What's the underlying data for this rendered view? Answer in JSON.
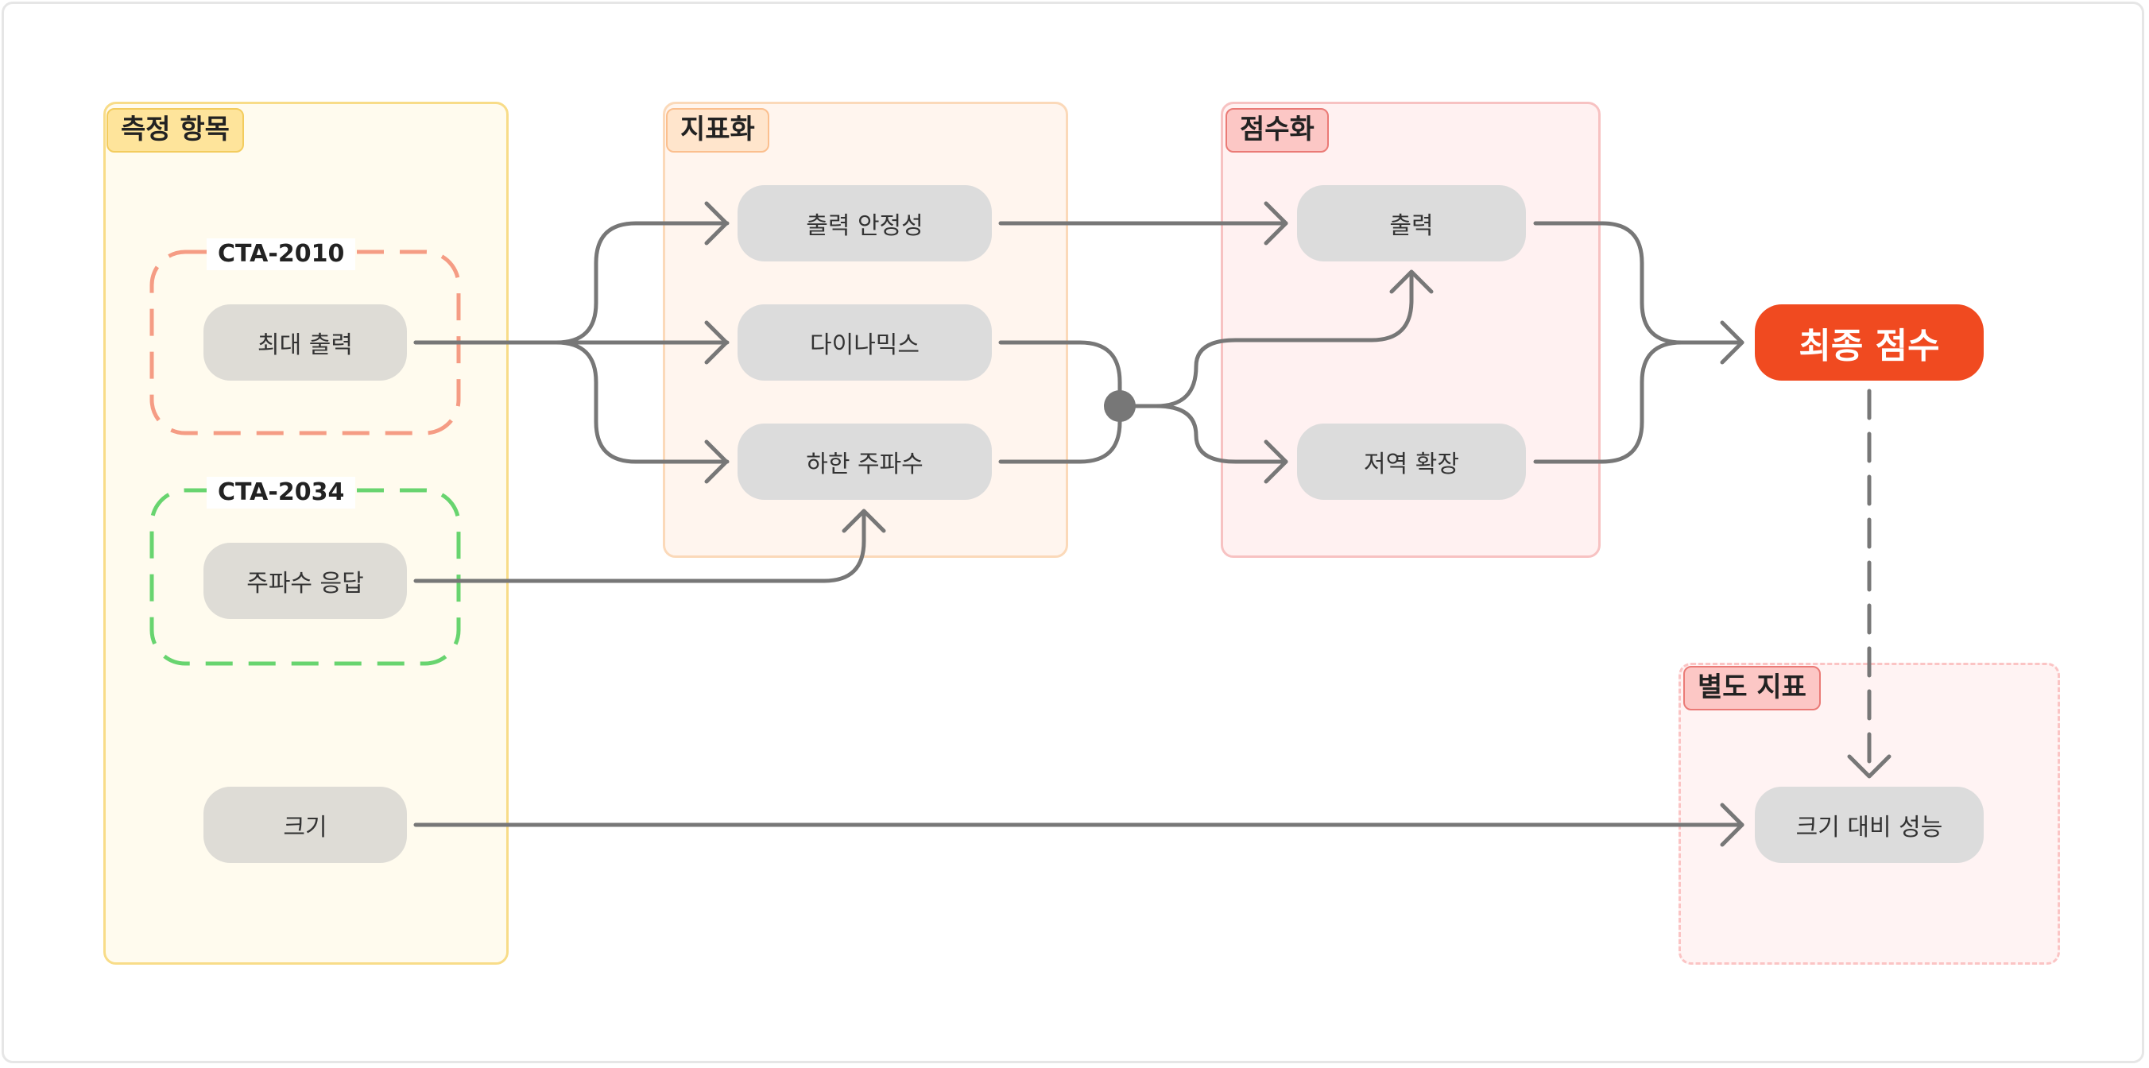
{
  "panels": {
    "measure": {
      "label": "측정 항목"
    },
    "metric": {
      "label": "지표화"
    },
    "score": {
      "label": "점수화"
    },
    "separate": {
      "label": "별도 지표"
    }
  },
  "groups": {
    "cta2010": {
      "label": "CTA-2010"
    },
    "cta2034": {
      "label": "CTA-2034"
    }
  },
  "nodes": {
    "max_output": "최대 출력",
    "freq_response": "주파수 응답",
    "size": "크기",
    "output_stability": "출력 안정성",
    "dynamics": "다이나믹스",
    "low_freq_limit": "하한 주파수",
    "output_score": "출력",
    "bass_extension": "저역 확장",
    "final_score": "최종 점수",
    "size_performance": "크기 대비 성능"
  },
  "colors": {
    "measure_bg": "#fffbee",
    "measure_border": "#f8dc88",
    "metric_bg": "#fff5ee",
    "metric_border": "#fbd9b9",
    "score_bg": "#fff1f1",
    "score_border": "#f7c2c2",
    "cta2010_border": "#f59c84",
    "cta2034_border": "#68d46f",
    "final": "#f04a20",
    "edge": "#777777"
  }
}
